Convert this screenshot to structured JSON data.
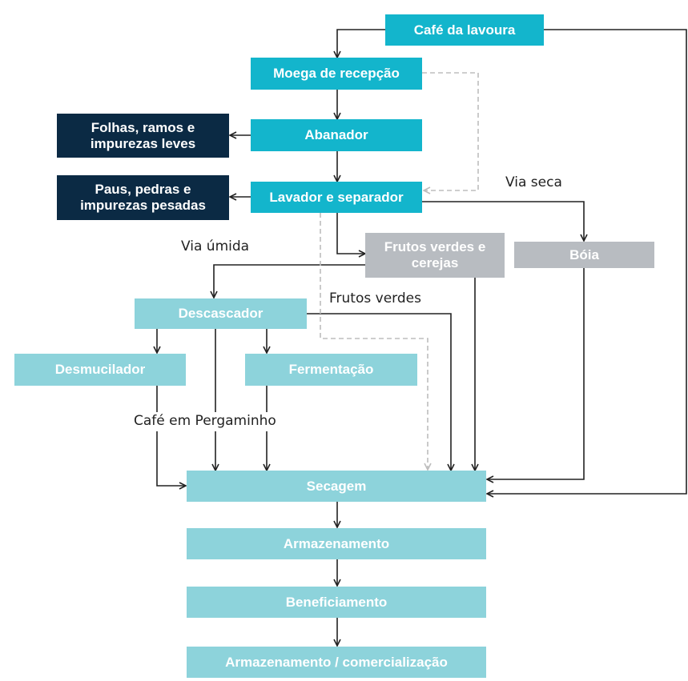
{
  "nodes": {
    "cafe_lavoura": "Café da lavoura",
    "moega": "Moega de recepção",
    "abanador": "Abanador",
    "folhas": "Folhas, ramos e impurezas leves",
    "lavador": "Lavador e separador",
    "paus": "Paus, pedras e impurezas pesadas",
    "frutos_verdes_cerejas": "Frutos verdes e cerejas",
    "boia": "Bóia",
    "descascador": "Descascador",
    "desmucilador": "Desmucilador",
    "fermentacao": "Fermentação",
    "secagem": "Secagem",
    "armazenamento": "Armazenamento",
    "beneficiamento": "Beneficiamento",
    "armazenamento_comercializacao": "Armazenamento / comercialização"
  },
  "labels": {
    "via_seca": "Via seca",
    "via_umida": "Via úmida",
    "frutos_verdes": "Frutos verdes",
    "cafe_pergaminho": "Café em Pergaminho"
  },
  "colors": {
    "primary_teal": "#13b5cc",
    "light_teal": "#8dd3db",
    "navy": "#0b2a44",
    "gray": "#b8bcc1",
    "arrow": "#222222",
    "dashed_arrow": "#bdbdbd"
  }
}
